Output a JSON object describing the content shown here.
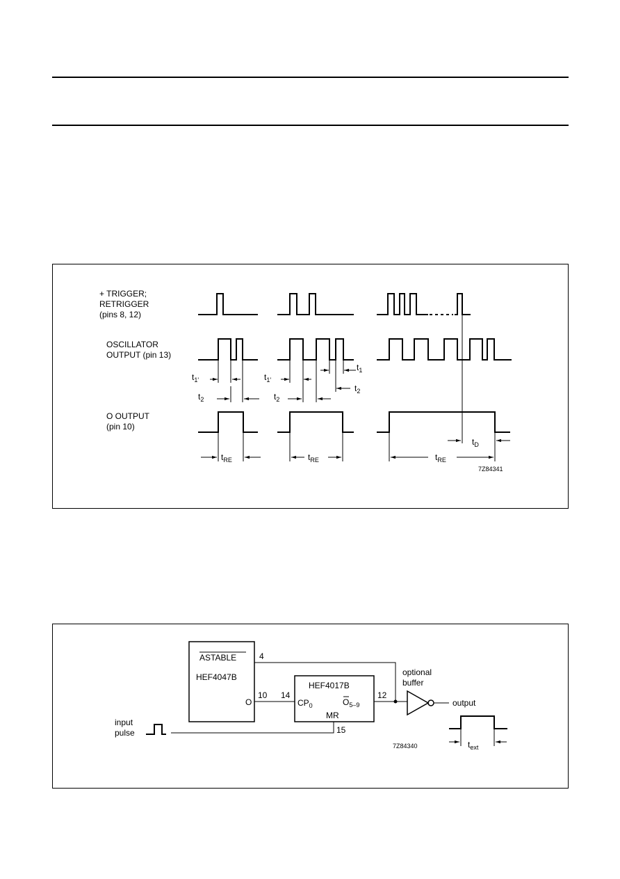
{
  "timing": {
    "trigger_label": [
      "+ TRIGGER;",
      "RETRIGGER",
      "(pins 8, 12)"
    ],
    "osc_label": [
      "OSCILLATOR",
      "OUTPUT  (pin 13)"
    ],
    "q_label": [
      "O  OUTPUT",
      "(pin 10)"
    ],
    "t": "t",
    "sub_1p": "1'",
    "sub_1": "1",
    "sub_2": "2",
    "sub_re": "RE",
    "sub_d": "D",
    "code": "7Z84341"
  },
  "circuit": {
    "astable": "ASTABLE",
    "hef4047b": "HEF4047B",
    "hef4017b": "HEF4017B",
    "q_out": "O",
    "cp": "CP",
    "cp_sub": "0",
    "o59": "O",
    "o59_sub": "5–9",
    "mr": "MR",
    "pin4": "4",
    "pin10": "10",
    "pin14": "14",
    "pin12": "12",
    "pin15": "15",
    "optional": "optional",
    "buffer": "buffer",
    "output": "output",
    "input": "input",
    "pulse": "pulse",
    "t": "t",
    "sub_ext": "ext",
    "code": "7Z84340"
  }
}
